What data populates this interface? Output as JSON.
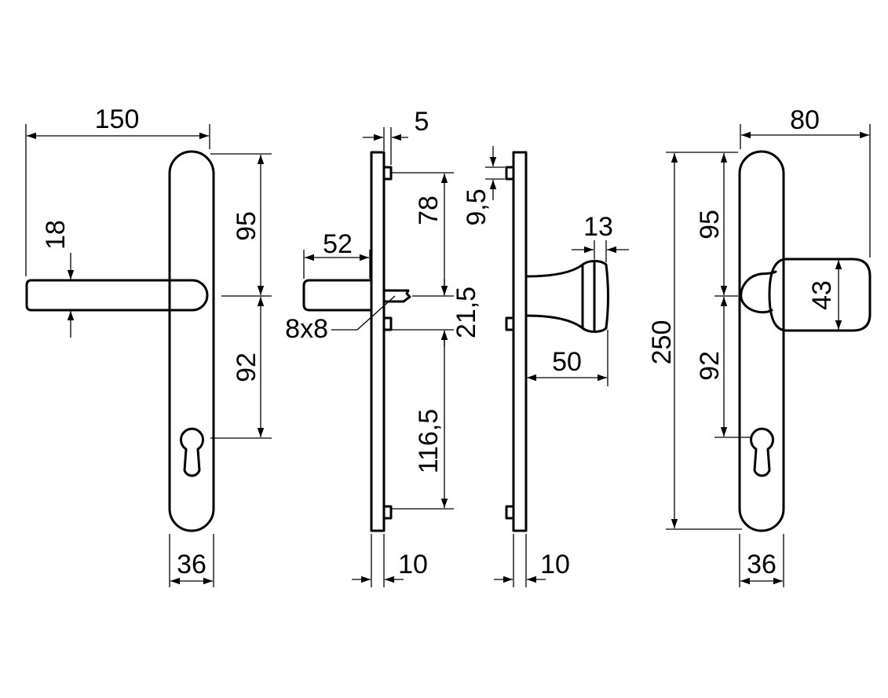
{
  "dimensions": {
    "lever_width": "150",
    "lever_thickness": "18",
    "rose_width_left": "36",
    "upper_95_left": "95",
    "lower_92_left": "92",
    "side_setback": "5",
    "spindle_projection": "52",
    "spindle_size": "8x8",
    "upper_78": "78",
    "mid_21_5": "21,5",
    "lower_116_5": "116,5",
    "plate_thickness_a": "10",
    "knob_top_9_5": "9,5",
    "knob_13": "13",
    "knob_projection": "50",
    "plate_thickness_b": "10",
    "knob_width": "80",
    "knob_diameter": "43",
    "total_height": "250",
    "upper_95_right": "95",
    "lower_92_right": "92",
    "rose_width_right": "36"
  }
}
